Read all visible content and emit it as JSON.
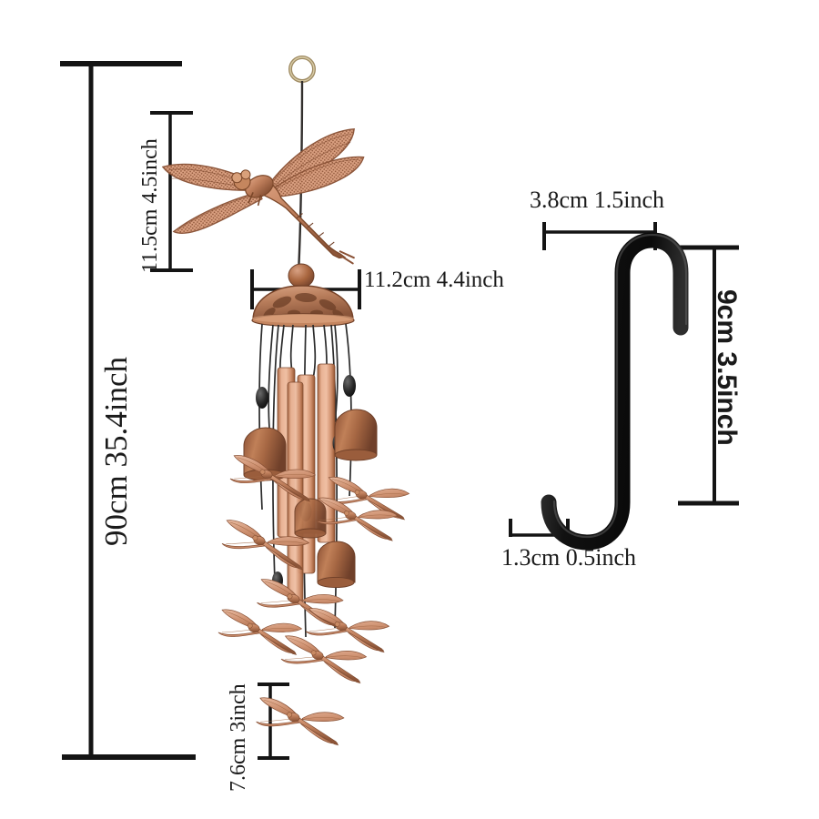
{
  "diagram": {
    "title": "Dragonfly Wind Chime Dimension Diagram",
    "background_color": "#ffffff",
    "line_color": "#141414",
    "copper_color": "#b9795a",
    "copper_light": "#e3a98c",
    "copper_dark": "#8a543c",
    "hook_color": "#151515",
    "cord_color": "#2b2b2b"
  },
  "measurements": {
    "total_height": "90cm  35.4inch",
    "large_dragonfly_height": "11.5cm  4.5inch",
    "chime_disc_width": "11.2cm 4.4inch",
    "small_dragonfly_width": "7.6cm 3inch",
    "hook_top_width": "3.8cm  1.5inch",
    "hook_height": "9cm 3.5inch",
    "hook_bottom_width": "1.3cm  0.5inch"
  },
  "products": {
    "wind_chime": {
      "name": "dragonfly-wind-chime",
      "parts": {
        "hanging_ring": "hanging-ring",
        "large_dragonfly": "large-dragonfly",
        "top_bead": "top-bead",
        "chime_disc": "chime-disc",
        "tubes_count": 4,
        "bells_count": 4,
        "small_dragonflies_count": 9
      }
    },
    "s_hook": {
      "name": "s-hook",
      "color": "#151515"
    }
  }
}
